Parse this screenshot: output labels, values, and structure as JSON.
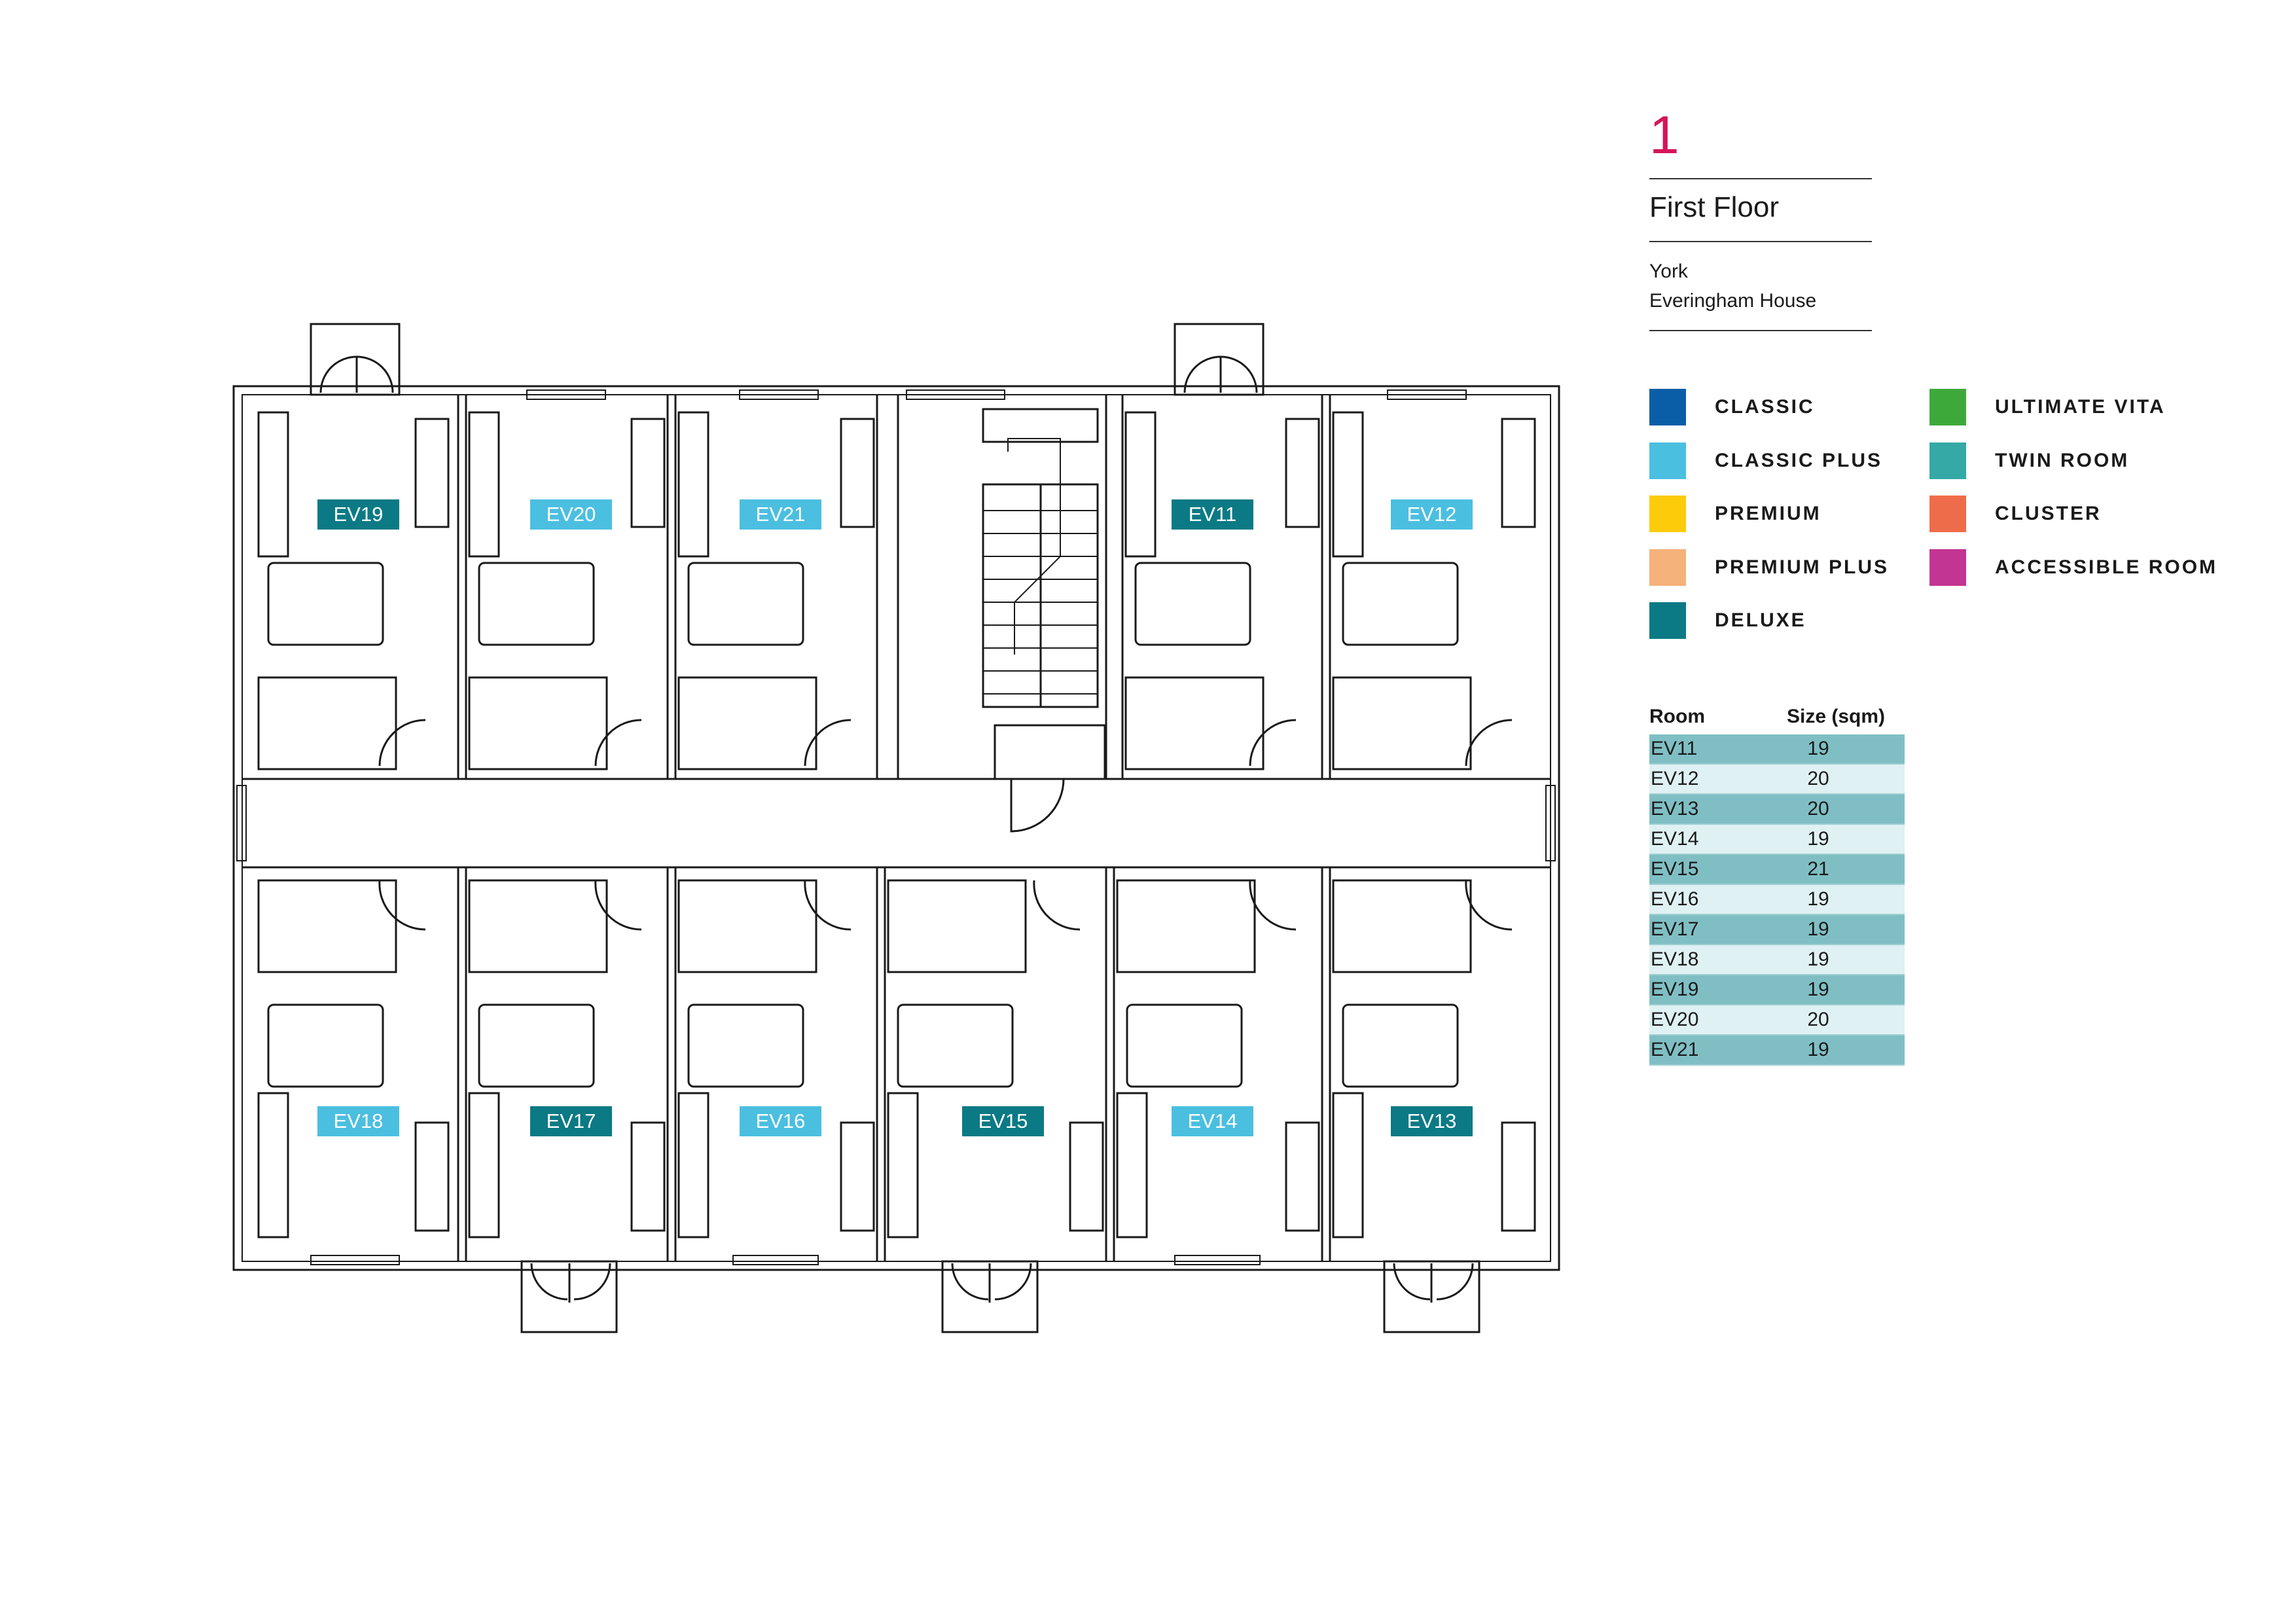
{
  "header": {
    "floor_number": "1",
    "floor_name": "First Floor",
    "location": {
      "city": "York",
      "building": "Everingham House"
    }
  },
  "legend": {
    "items": [
      {
        "label": "CLASSIC",
        "color": "#0a5ea8"
      },
      {
        "label": "CLASSIC PLUS",
        "color": "#4bbfe0"
      },
      {
        "label": "PREMIUM",
        "color": "#fccc0a"
      },
      {
        "label": "PREMIUM PLUS",
        "color": "#f5b27a"
      },
      {
        "label": "DELUXE",
        "color": "#0b7a84"
      },
      {
        "label": "ULTIMATE VITA",
        "color": "#3ea93b"
      },
      {
        "label": "TWIN ROOM",
        "color": "#34a9a6"
      },
      {
        "label": "CLUSTER",
        "color": "#ef6c4a"
      },
      {
        "label": "ACCESSIBLE ROOM",
        "color": "#c23592"
      }
    ]
  },
  "rooms": [
    {
      "id": "EV19",
      "type_color": "#0b7a84"
    },
    {
      "id": "EV20",
      "type_color": "#4bbfe0"
    },
    {
      "id": "EV21",
      "type_color": "#4bbfe0"
    },
    {
      "id": "EV11",
      "type_color": "#0b7a84"
    },
    {
      "id": "EV12",
      "type_color": "#4bbfe0"
    },
    {
      "id": "EV18",
      "type_color": "#4bbfe0"
    },
    {
      "id": "EV17",
      "type_color": "#0b7a84"
    },
    {
      "id": "EV16",
      "type_color": "#4bbfe0"
    },
    {
      "id": "EV15",
      "type_color": "#0b7a84"
    },
    {
      "id": "EV14",
      "type_color": "#4bbfe0"
    },
    {
      "id": "EV13",
      "type_color": "#0b7a84"
    }
  ],
  "table": {
    "col_room": "Room",
    "col_size": "Size (sqm)",
    "rows": [
      {
        "room": "EV11",
        "size": "19"
      },
      {
        "room": "EV12",
        "size": "20"
      },
      {
        "room": "EV13",
        "size": "20"
      },
      {
        "room": "EV14",
        "size": "19"
      },
      {
        "room": "EV15",
        "size": "21"
      },
      {
        "room": "EV16",
        "size": "19"
      },
      {
        "room": "EV17",
        "size": "19"
      },
      {
        "room": "EV18",
        "size": "19"
      },
      {
        "room": "EV19",
        "size": "19"
      },
      {
        "room": "EV20",
        "size": "20"
      },
      {
        "room": "EV21",
        "size": "19"
      }
    ],
    "row_colors": {
      "dark": "#7fbfc4",
      "light": "#dff1f3"
    }
  }
}
